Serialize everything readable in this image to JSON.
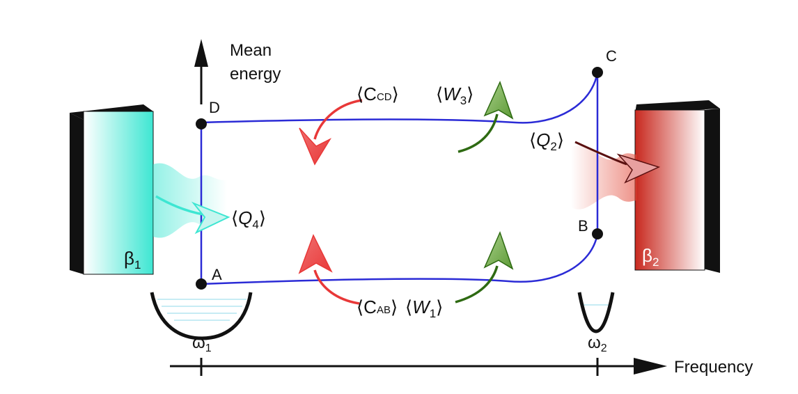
{
  "axis": {
    "y_label_line1": "Mean",
    "y_label_line2": "energy",
    "x_label": "Frequency"
  },
  "points": {
    "A": "A",
    "B": "B",
    "C": "C",
    "D": "D"
  },
  "reservoirs": {
    "cold": {
      "symbol": "β",
      "sub": "1",
      "color": "#3de6d2"
    },
    "hot": {
      "symbol": "β",
      "sub": "2",
      "color": "#c8281e"
    }
  },
  "potentials": {
    "left_freq": {
      "symbol": "ω",
      "sub": "1"
    },
    "right_freq": {
      "symbol": "ω",
      "sub": "2"
    }
  },
  "labels": {
    "coherence_cd": {
      "open": "⟨",
      "base": "C",
      "sub": "CD",
      "close": "⟩"
    },
    "coherence_ab": {
      "open": "⟨",
      "base": "C",
      "sub": "AB",
      "close": "⟩"
    },
    "work_3": {
      "open": "⟨",
      "base": "W",
      "sub": "3",
      "close": "⟩"
    },
    "work_1": {
      "open": "⟨",
      "base": "W",
      "sub": "1",
      "close": "⟩"
    },
    "heat_2": {
      "open": "⟨",
      "base": "Q",
      "sub": "2",
      "close": "⟩"
    },
    "heat_4": {
      "open": "⟨",
      "base": "Q",
      "sub": "4",
      "close": "⟩"
    }
  },
  "colors": {
    "cycle_line": "#2b2bd6",
    "coherence_arrow": "#e83838",
    "work_arrow": "#2e6a12",
    "axis": "#111111"
  }
}
